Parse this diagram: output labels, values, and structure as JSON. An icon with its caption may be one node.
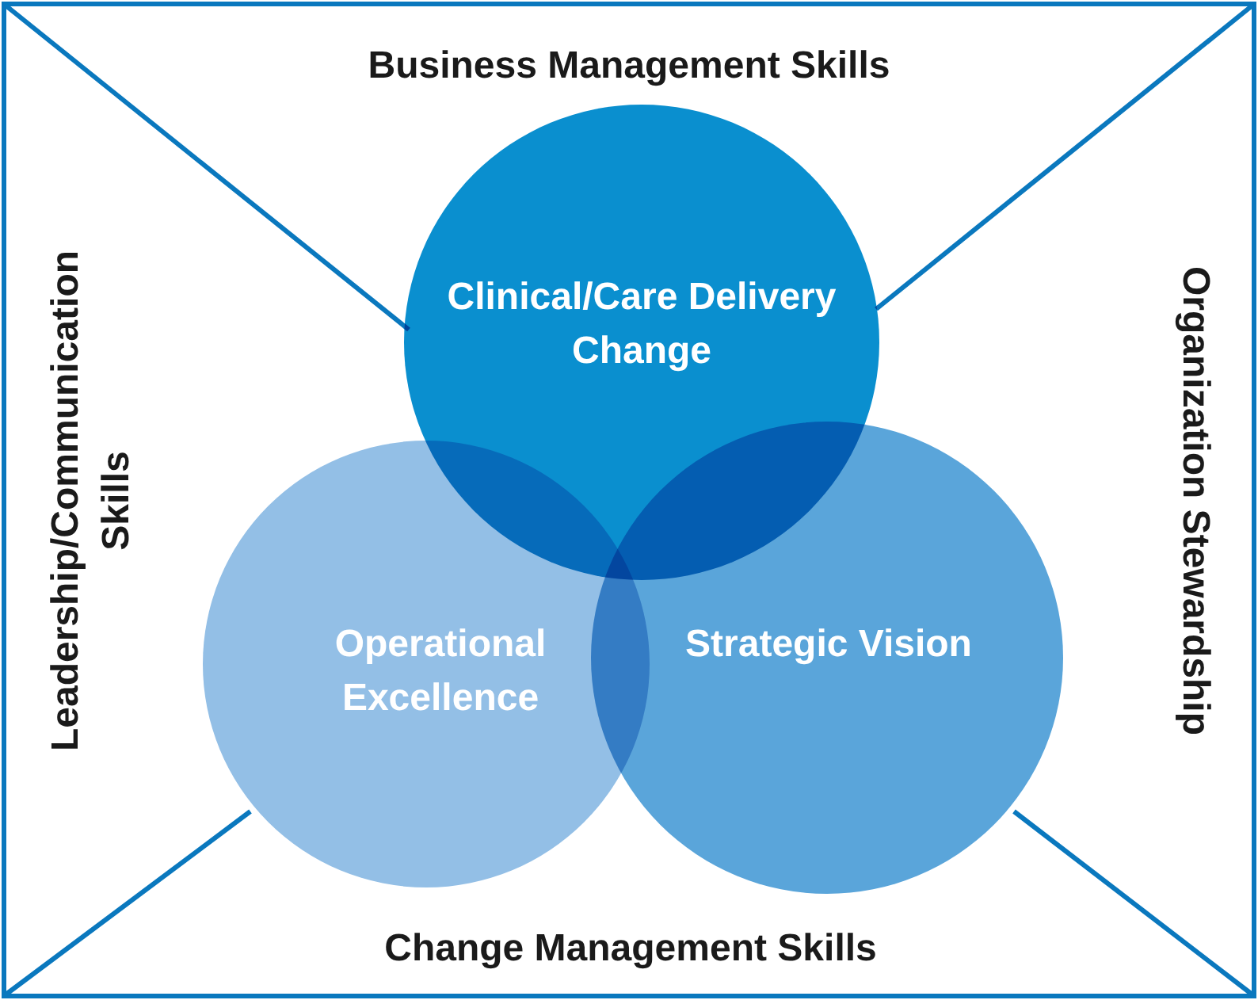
{
  "diagram": {
    "nodes": [
      {
        "text": [
          "Clinical/Care Delivery Change"
        ]
      },
      {
        "text": [
          "Operational Excellence"
        ]
      },
      {
        "text": [
          "Strategic Vision"
        ]
      }
    ],
    "labels": [
      "Business Management Skills",
      "Leadership/Communication Skills",
      "Organization Stewardship",
      "Change Management Skills"
    ]
  }
}
